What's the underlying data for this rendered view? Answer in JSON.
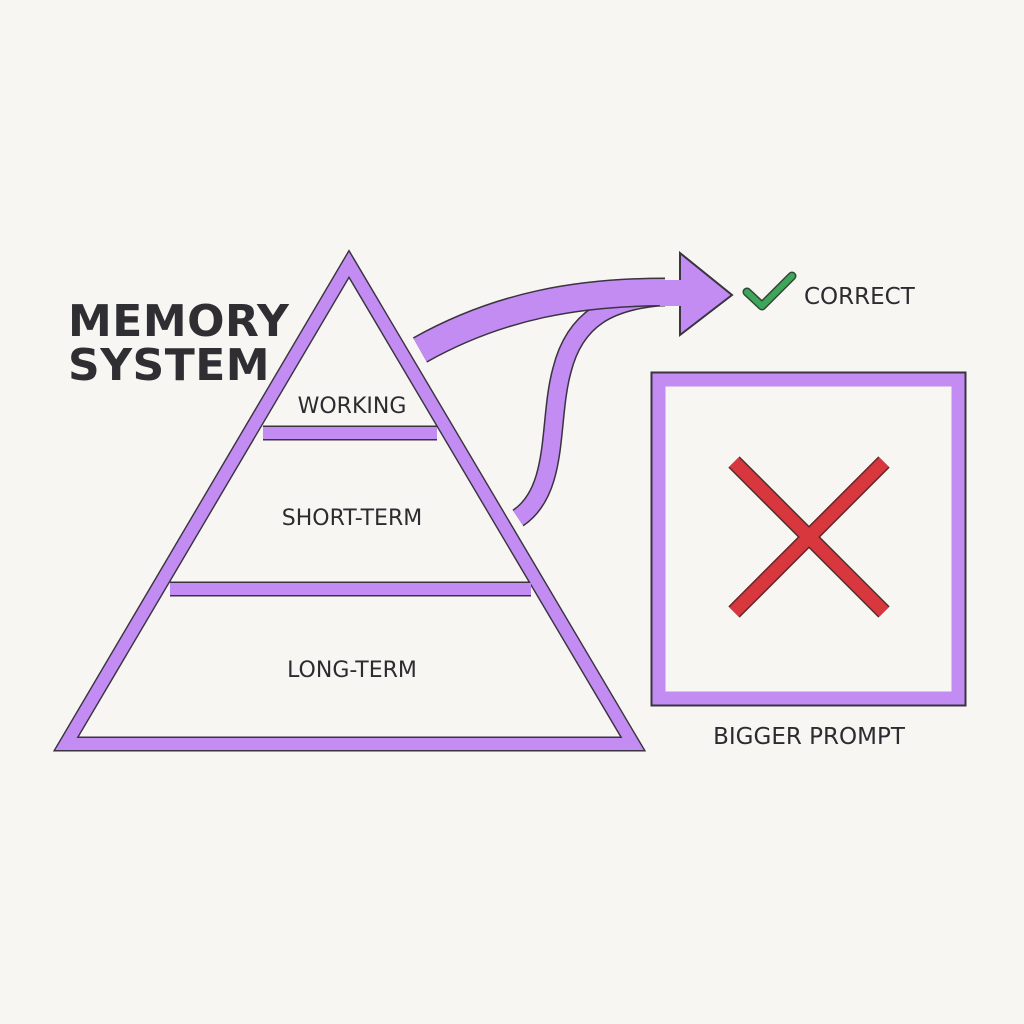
{
  "title": {
    "line1": "MEMORY",
    "line2": "SYSTEM"
  },
  "pyramid": {
    "tiers": [
      {
        "label": "WORKING"
      },
      {
        "label": "SHORT-TERM"
      },
      {
        "label": "LONG-TERM"
      }
    ]
  },
  "outcomes": {
    "correct_label": "CORRECT",
    "prompt_label": "BIGGER PROMPT"
  },
  "icons": {
    "check": "check-icon",
    "cross": "cross-icon"
  },
  "colors": {
    "accent": "#c28cf2",
    "check": "#3fa55a",
    "cross": "#d9373e",
    "text": "#2f2f33"
  }
}
